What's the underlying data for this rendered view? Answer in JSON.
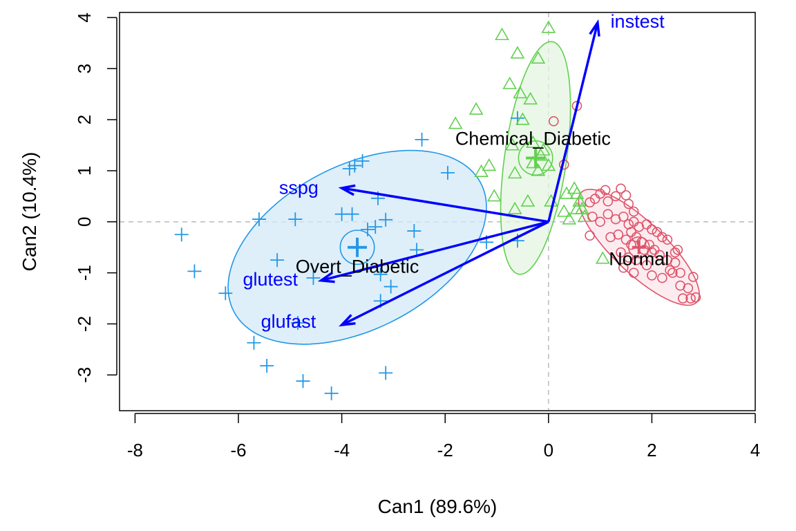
{
  "chart_data": {
    "type": "scatter",
    "title": "",
    "xlabel": "Can1 (89.6%)",
    "ylabel": "Can2 (10.4%)",
    "xlim": [
      -8.3,
      4.0
    ],
    "ylim": [
      -3.7,
      4.1
    ],
    "xticks": [
      -8,
      -6,
      -4,
      -2,
      0,
      2,
      4
    ],
    "yticks": [
      -3,
      -2,
      -1,
      0,
      1,
      2,
      3,
      4
    ],
    "xtick_labels": [
      "-8",
      "-6",
      "-4",
      "-2",
      "0",
      "2",
      "4"
    ],
    "ytick_labels": [
      "-3",
      "-2",
      "-1",
      "0",
      "1",
      "2",
      "3",
      "4"
    ],
    "reference_lines": {
      "x": 0,
      "y": 0,
      "color": "#bebebe",
      "style": "dashed"
    },
    "series": [
      {
        "group_label": "Overt_Diabetic",
        "color": "#2297E6",
        "marker": "plus",
        "centroid": [
          -3.7,
          -0.5
        ],
        "ellipse": {
          "center": [
            -3.7,
            -0.5
          ],
          "rx": 2.7,
          "ry": 1.6,
          "angle_deg": 28,
          "fill": "#D3E9F8"
        },
        "mean_circle_radius": 0.33,
        "label_position": [
          -3.7,
          -0.9
        ],
        "points": [
          [
            -7.1,
            -0.25
          ],
          [
            -6.85,
            -0.97
          ],
          [
            -6.25,
            -1.4
          ],
          [
            -5.7,
            -2.37
          ],
          [
            -5.6,
            0.05
          ],
          [
            -5.45,
            -2.82
          ],
          [
            -5.25,
            -0.75
          ],
          [
            -4.9,
            0.05
          ],
          [
            -4.85,
            -1.98
          ],
          [
            -4.75,
            -3.12
          ],
          [
            -4.2,
            -3.36
          ],
          [
            -4.0,
            0.15
          ],
          [
            -3.85,
            1.04
          ],
          [
            -3.8,
            0.15
          ],
          [
            -3.75,
            1.1
          ],
          [
            -3.6,
            1.19
          ],
          [
            -3.5,
            -0.15
          ],
          [
            -3.3,
            0.46
          ],
          [
            -3.25,
            -1.03
          ],
          [
            -3.25,
            -1.55
          ],
          [
            -3.15,
            0.04
          ],
          [
            -3.15,
            -2.96
          ],
          [
            -3.05,
            -1.27
          ],
          [
            -2.6,
            -0.18
          ],
          [
            -2.55,
            -0.55
          ],
          [
            -2.45,
            1.61
          ],
          [
            -1.95,
            0.96
          ],
          [
            -0.6,
            2.03
          ],
          [
            -1.2,
            -0.4
          ],
          [
            -0.6,
            -0.37
          ],
          [
            -3.35,
            -0.1
          ],
          [
            -4.55,
            -1.1
          ]
        ]
      },
      {
        "group_label": "Chemical_Diabetic",
        "color": "#61D04F",
        "marker": "triangle",
        "centroid": [
          -0.25,
          1.25
        ],
        "ellipse": {
          "center": [
            -0.25,
            1.25
          ],
          "rx": 2.3,
          "ry": 0.6,
          "angle_deg": 82,
          "fill": "#E4F5E1"
        },
        "mean_circle_radius": 0.33,
        "label_position": [
          -0.3,
          1.6
        ],
        "points": [
          [
            -0.9,
            3.66
          ],
          [
            0.0,
            3.8
          ],
          [
            -0.6,
            3.3
          ],
          [
            -0.2,
            3.2
          ],
          [
            -0.75,
            2.7
          ],
          [
            -0.55,
            2.52
          ],
          [
            -0.35,
            2.4
          ],
          [
            -1.4,
            2.2
          ],
          [
            -1.8,
            1.92
          ],
          [
            -0.5,
            2.0
          ],
          [
            -0.7,
            1.5
          ],
          [
            -0.3,
            1.55
          ],
          [
            -0.1,
            1.4
          ],
          [
            0.0,
            1.1
          ],
          [
            -0.2,
            1.0
          ],
          [
            -1.15,
            1.1
          ],
          [
            -1.3,
            0.98
          ],
          [
            -0.65,
            0.95
          ],
          [
            -1.05,
            0.5
          ],
          [
            -0.4,
            0.4
          ],
          [
            -0.65,
            0.25
          ],
          [
            0.05,
            0.4
          ],
          [
            0.35,
            0.55
          ],
          [
            0.5,
            0.65
          ],
          [
            0.55,
            0.55
          ],
          [
            0.6,
            0.4
          ],
          [
            0.3,
            0.2
          ],
          [
            0.4,
            0.05
          ],
          [
            0.55,
            0.25
          ],
          [
            0.65,
            0.25
          ],
          [
            0.7,
            0.1
          ],
          [
            1.05,
            -0.72
          ],
          [
            -0.15,
            1.3
          ],
          [
            -0.3,
            1.15
          ]
        ]
      },
      {
        "group_label": "Normal",
        "color": "#DF536B",
        "marker": "circle",
        "centroid": [
          1.75,
          -0.5
        ],
        "ellipse": {
          "center": [
            1.75,
            -0.5
          ],
          "rx": 1.55,
          "ry": 0.5,
          "angle_deg": -44,
          "fill": "#FBE5E9"
        },
        "mean_circle_radius": 0.2,
        "label_position": [
          1.75,
          -0.75
        ],
        "points": [
          [
            0.55,
            2.27
          ],
          [
            0.1,
            1.97
          ],
          [
            0.3,
            1.12
          ],
          [
            0.8,
            0.38
          ],
          [
            0.85,
            0.1
          ],
          [
            0.9,
            0.45
          ],
          [
            1.0,
            0.55
          ],
          [
            1.1,
            0.62
          ],
          [
            1.15,
            0.4
          ],
          [
            1.3,
            0.5
          ],
          [
            1.4,
            0.65
          ],
          [
            1.5,
            0.52
          ],
          [
            1.55,
            0.35
          ],
          [
            1.65,
            0.2
          ],
          [
            1.0,
            0.0
          ],
          [
            1.15,
            0.15
          ],
          [
            1.3,
            0.05
          ],
          [
            1.45,
            0.1
          ],
          [
            1.55,
            -0.05
          ],
          [
            1.65,
            0.0
          ],
          [
            1.75,
            -0.1
          ],
          [
            1.9,
            -0.05
          ],
          [
            2.0,
            -0.15
          ],
          [
            2.1,
            -0.2
          ],
          [
            2.2,
            -0.3
          ],
          [
            2.3,
            -0.35
          ],
          [
            2.45,
            -0.6
          ],
          [
            2.5,
            -0.55
          ],
          [
            1.2,
            -0.3
          ],
          [
            1.35,
            -0.25
          ],
          [
            1.5,
            -0.35
          ],
          [
            1.6,
            -0.45
          ],
          [
            1.7,
            -0.3
          ],
          [
            1.8,
            -0.4
          ],
          [
            1.95,
            -0.45
          ],
          [
            2.05,
            -0.55
          ],
          [
            2.15,
            -0.65
          ],
          [
            2.3,
            -0.75
          ],
          [
            2.4,
            -1.0
          ],
          [
            1.4,
            -0.6
          ],
          [
            1.55,
            -0.7
          ],
          [
            1.7,
            -0.75
          ],
          [
            1.9,
            -0.85
          ],
          [
            2.0,
            -1.05
          ],
          [
            2.2,
            -1.1
          ],
          [
            2.55,
            -1.0
          ],
          [
            2.7,
            -1.3
          ],
          [
            2.8,
            -1.08
          ],
          [
            2.55,
            -1.25
          ],
          [
            2.6,
            -1.5
          ],
          [
            2.75,
            -1.5
          ],
          [
            2.85,
            -1.48
          ],
          [
            0.8,
            -0.27
          ],
          [
            1.6,
            -0.2
          ],
          [
            1.85,
            -0.55
          ],
          [
            2.0,
            -0.6
          ],
          [
            1.45,
            -0.9
          ],
          [
            1.65,
            -1.0
          ],
          [
            2.35,
            -0.95
          ],
          [
            2.45,
            -0.8
          ]
        ]
      }
    ],
    "vectors": {
      "color": "#0000FF",
      "origin": [
        0.0,
        0.0
      ],
      "items": [
        {
          "name": "instest",
          "end": [
            0.95,
            3.9
          ],
          "label_position": [
            1.2,
            3.9
          ]
        },
        {
          "name": "sspg",
          "end": [
            -4.0,
            0.66
          ],
          "label_position": [
            -4.45,
            0.64
          ]
        },
        {
          "name": "glutest",
          "end": [
            -4.4,
            -1.15
          ],
          "label_position": [
            -4.85,
            -1.15
          ]
        },
        {
          "name": "glufast",
          "end": [
            -4.0,
            -2.02
          ],
          "label_position": [
            -4.5,
            -1.98
          ]
        }
      ]
    }
  }
}
